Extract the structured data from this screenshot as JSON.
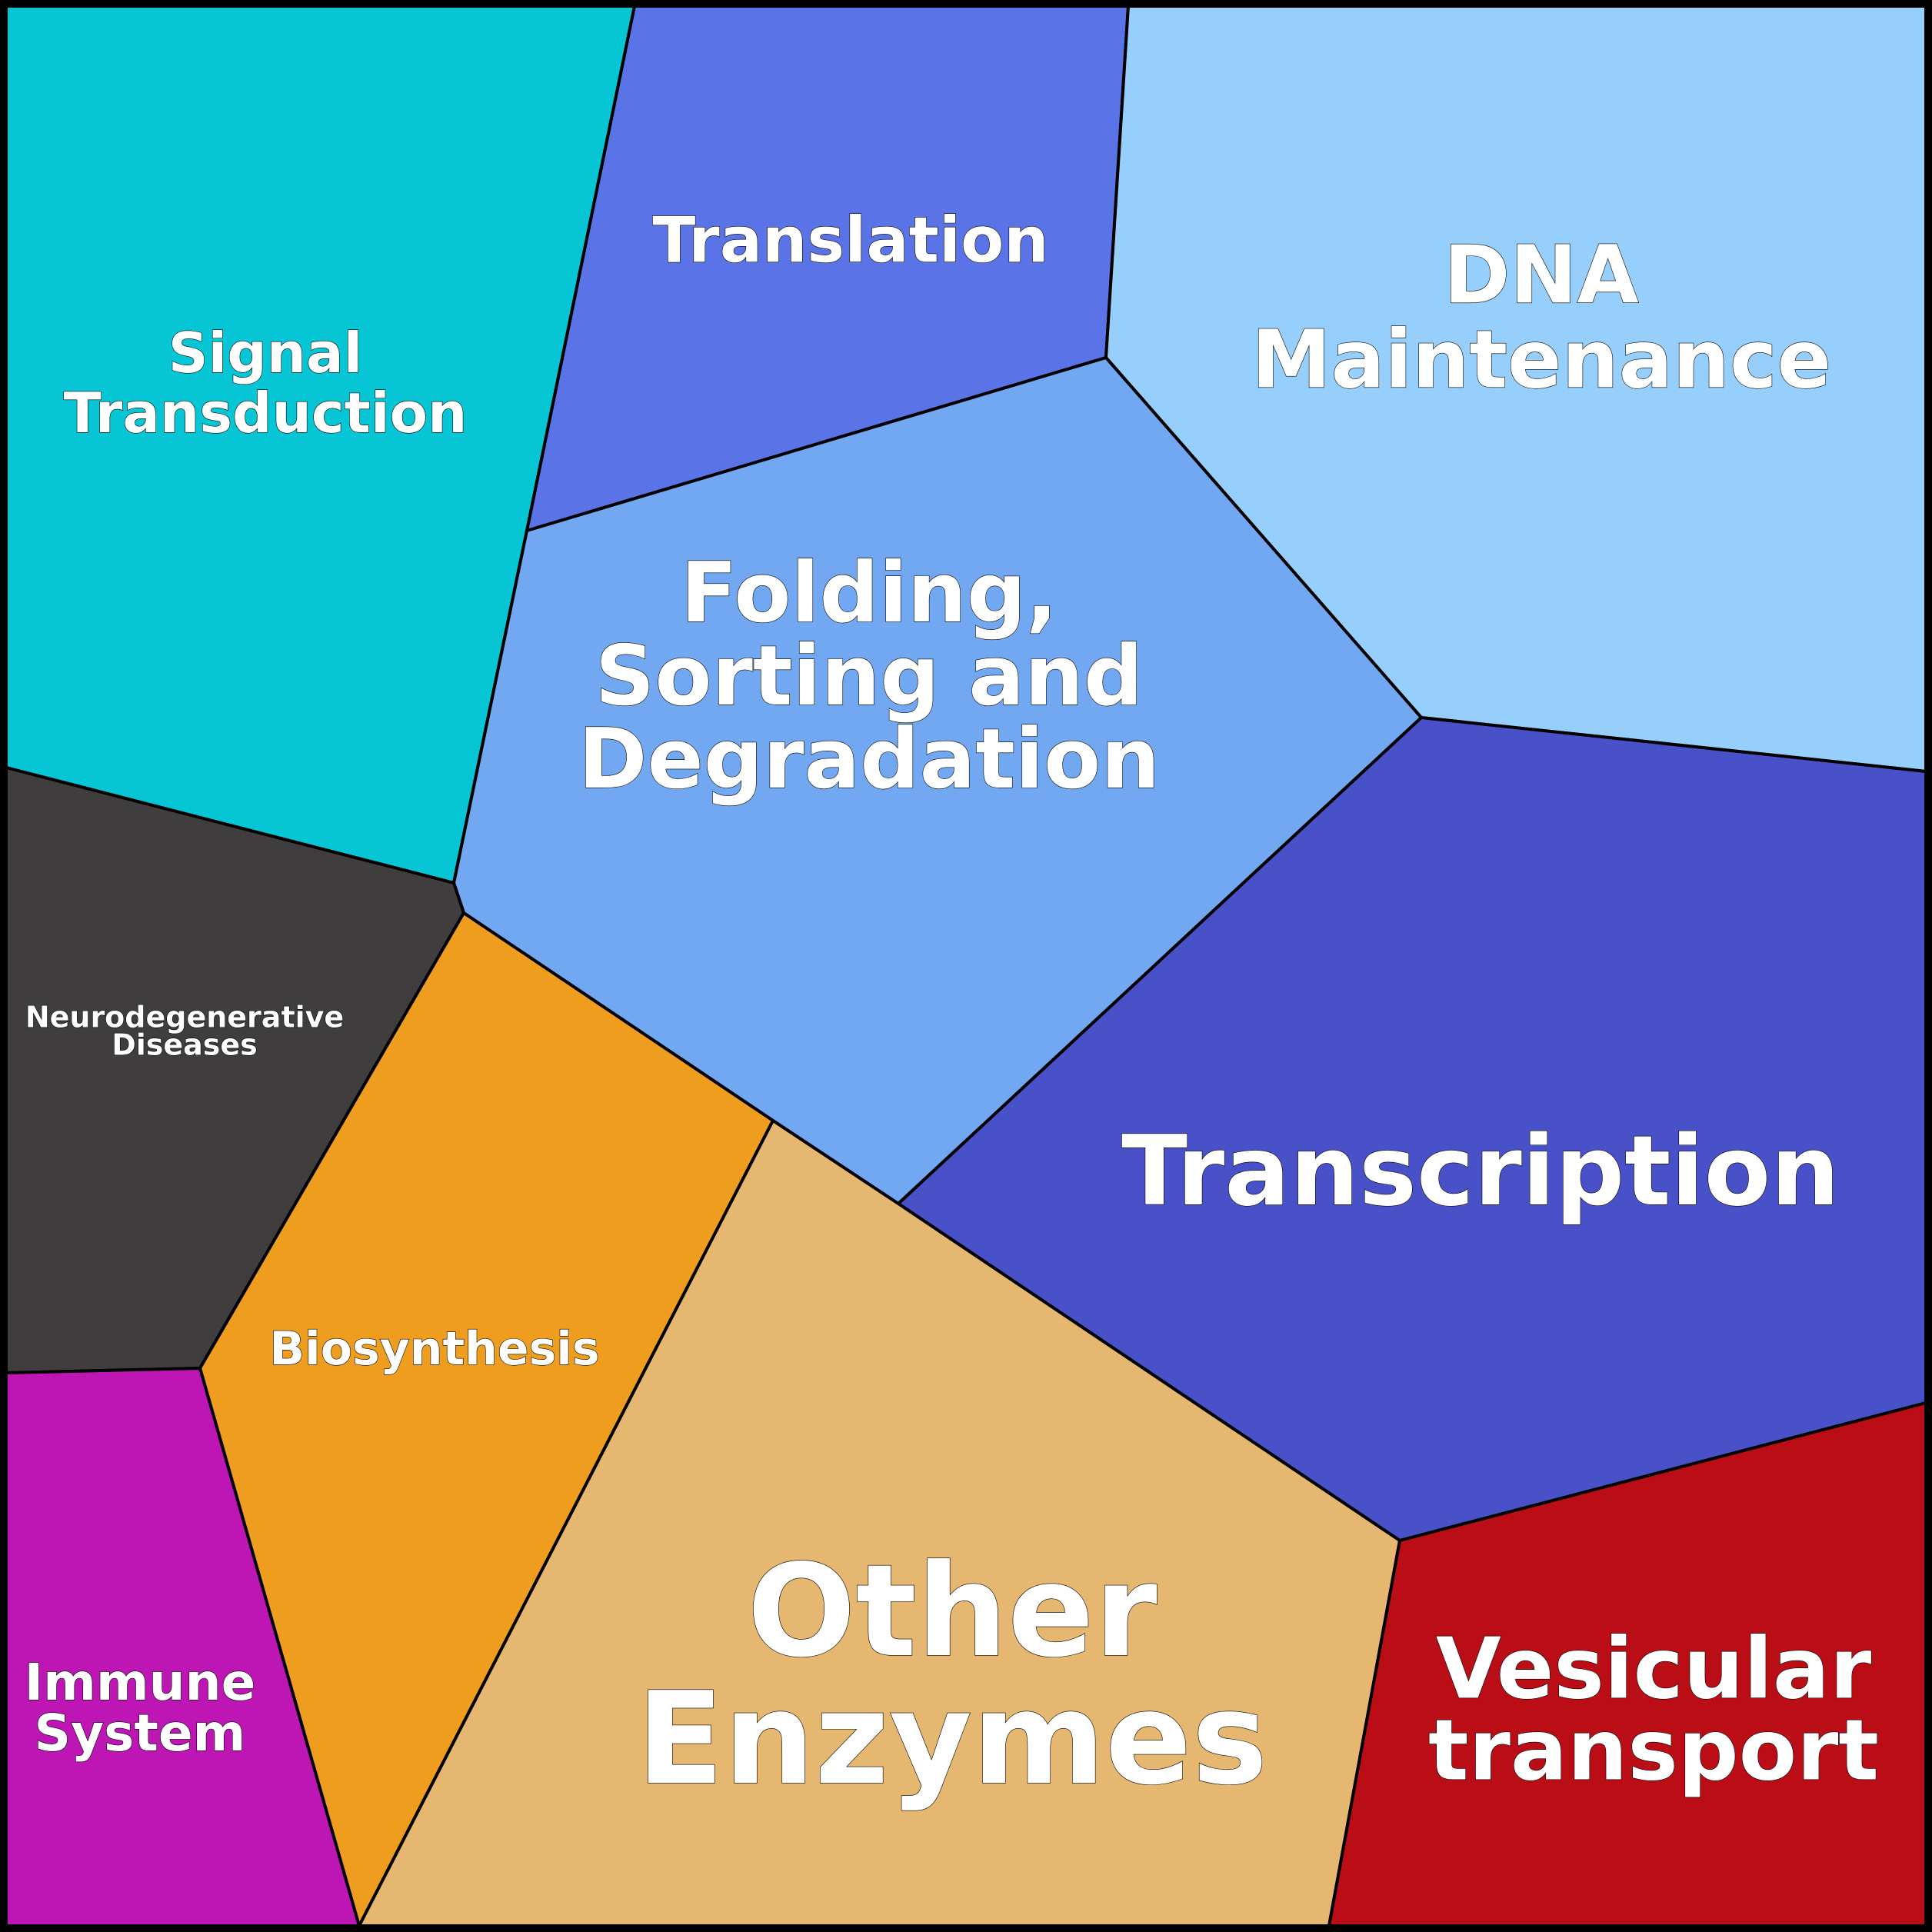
{
  "cells": [
    {
      "id": "signal-transduction",
      "label_lines": [
        "Signal",
        "Transduction"
      ],
      "color": "#06C5D5"
    },
    {
      "id": "translation",
      "label_lines": [
        "Translation"
      ],
      "color": "#5A74E8"
    },
    {
      "id": "dna-maintenance",
      "label_lines": [
        "DNA",
        "Maintenance"
      ],
      "color": "#96CFFC"
    },
    {
      "id": "folding-sorting-degradation",
      "label_lines": [
        "Folding,",
        "Sorting and",
        "Degradation"
      ],
      "color": "#72A8F2"
    },
    {
      "id": "transcription",
      "label_lines": [
        "Transcription"
      ],
      "color": "#4951C9"
    },
    {
      "id": "neurodegenerative-diseases",
      "label_lines": [
        "Neurodegenerative",
        "Diseases"
      ],
      "color": "#403D3E"
    },
    {
      "id": "biosynthesis",
      "label_lines": [
        "Biosynthesis"
      ],
      "color": "#EE9D1F"
    },
    {
      "id": "other-enzymes",
      "label_lines": [
        "Other",
        "Enzymes"
      ],
      "color": "#E6B771"
    },
    {
      "id": "immune-system",
      "label_lines": [
        "Immune",
        "System"
      ],
      "color": "#BE15B5"
    },
    {
      "id": "vesicular-transport",
      "label_lines": [
        "Vesicular",
        "transport"
      ],
      "color": "#BB0D16"
    }
  ]
}
